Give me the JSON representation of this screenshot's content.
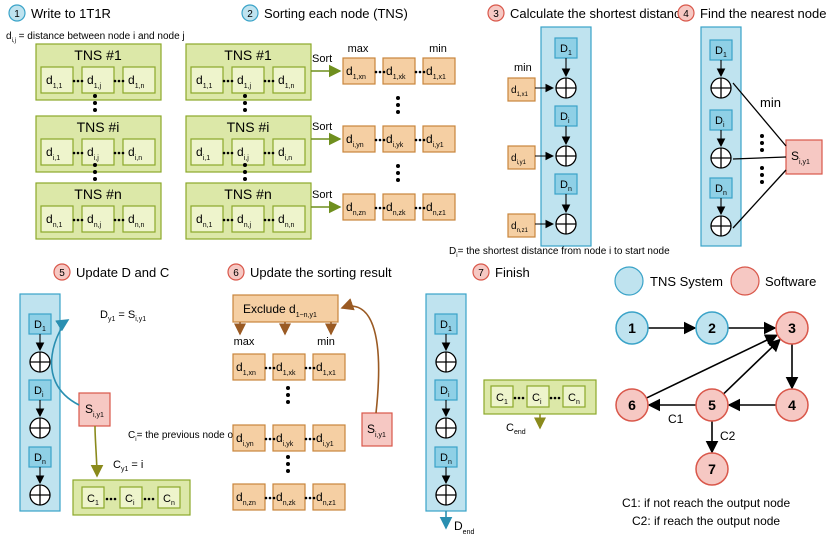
{
  "colors": {
    "green_fill": "#dce8a8",
    "green_stroke": "#8ba82a",
    "inner_fill": "#eef4cc",
    "orange_fill": "#f5cfa3",
    "orange_stroke": "#c8853c",
    "blue_fill": "#bfe3ef",
    "blue_stroke": "#3aa3c8",
    "red_fill": "#f6c8c3",
    "red_stroke": "#d9574a",
    "arrow_green": "#6f8f1e",
    "arrow_brown": "#9a5a23",
    "arrow_blue": "#2a8fb1",
    "olive_text": "#8a8a1c"
  },
  "steps": {
    "s1": {
      "num": "1",
      "title": "Write to 1T1R"
    },
    "s2": {
      "num": "2",
      "title": "Sorting each node (TNS)"
    },
    "s3": {
      "num": "3",
      "title": "Calculate the shortest distance"
    },
    "s4": {
      "num": "4",
      "title": "Find the nearest node"
    },
    "s5": {
      "num": "5",
      "title": "Update D and C"
    },
    "s6": {
      "num": "6",
      "title": "Update the sorting result"
    },
    "s7": {
      "num": "7",
      "title": "Finish"
    }
  },
  "notes": {
    "dij_base": "d",
    "dij_sub": "i,j",
    "dij_rest": " = distance between node i and node j",
    "Di_base": "D",
    "Di_sub": "i",
    "Di_rest": "= the shortest distance from node i to start node",
    "Ci_base": "C",
    "Ci_sub": "i",
    "Ci_rest": "= the previous node of i"
  },
  "tns": {
    "labels": [
      "TNS #1",
      "TNS #i",
      "TNS #n"
    ],
    "rows": [
      [
        {
          "b": "d",
          "s": "1,1"
        },
        {
          "b": "d",
          "s": "1,j"
        },
        {
          "b": "d",
          "s": "1,n"
        }
      ],
      [
        {
          "b": "d",
          "s": "i,1"
        },
        {
          "b": "d",
          "s": "i,j"
        },
        {
          "b": "d",
          "s": "i,n"
        }
      ],
      [
        {
          "b": "d",
          "s": "n,1"
        },
        {
          "b": "d",
          "s": "n,j"
        },
        {
          "b": "d",
          "s": "n,n"
        }
      ]
    ]
  },
  "sort": {
    "label": "Sort",
    "max": "max",
    "min": "min",
    "rows": [
      [
        {
          "b": "d",
          "s": "1,xn"
        },
        {
          "b": "d",
          "s": "1,xk"
        },
        {
          "b": "d",
          "s": "1,x1"
        }
      ],
      [
        {
          "b": "d",
          "s": "i,yn"
        },
        {
          "b": "d",
          "s": "i,yk"
        },
        {
          "b": "d",
          "s": "i,y1"
        }
      ],
      [
        {
          "b": "d",
          "s": "n,zn"
        },
        {
          "b": "d",
          "s": "n,zk"
        },
        {
          "b": "d",
          "s": "n,z1"
        }
      ]
    ]
  },
  "calc": {
    "min": "min",
    "inputs": [
      {
        "b": "d",
        "s": "1,x1"
      },
      {
        "b": "d",
        "s": "i,y1"
      },
      {
        "b": "d",
        "s": "n,z1"
      }
    ],
    "D": [
      {
        "b": "D",
        "s": "1"
      },
      {
        "b": "D",
        "s": "i"
      },
      {
        "b": "D",
        "s": "n"
      }
    ]
  },
  "nearest": {
    "min": "min",
    "result": {
      "b": "S",
      "s": "i,y1"
    }
  },
  "update": {
    "eq_D": {
      "b": "D",
      "s": "y1",
      "eq": " = ",
      "b2": "S",
      "s2": "i,y1"
    },
    "eq_C": {
      "b": "C",
      "s": "y1",
      "eq": " = i"
    },
    "S": {
      "b": "S",
      "s": "i,y1"
    },
    "C": [
      {
        "b": "C",
        "s": "1"
      },
      {
        "b": "C",
        "s": "i"
      },
      {
        "b": "C",
        "s": "n"
      }
    ]
  },
  "exclude": {
    "b": "Exclude d",
    "s": "1~n,y1"
  },
  "finish": {
    "C": [
      {
        "b": "C",
        "s": "1"
      },
      {
        "b": "C",
        "s": "i"
      },
      {
        "b": "C",
        "s": "n"
      }
    ],
    "C_end": {
      "b": "C",
      "s": "end"
    },
    "D_end": {
      "b": "D",
      "s": "end"
    }
  },
  "legend": {
    "tns": "TNS System",
    "software": "Software"
  },
  "graph": {
    "nodes": [
      "1",
      "2",
      "3",
      "4",
      "5",
      "6",
      "7"
    ],
    "edge_c1": "C1",
    "edge_c2": "C2",
    "note_c1": "C1: if not reach the output node",
    "note_c2": "C2: if reach the output node"
  }
}
